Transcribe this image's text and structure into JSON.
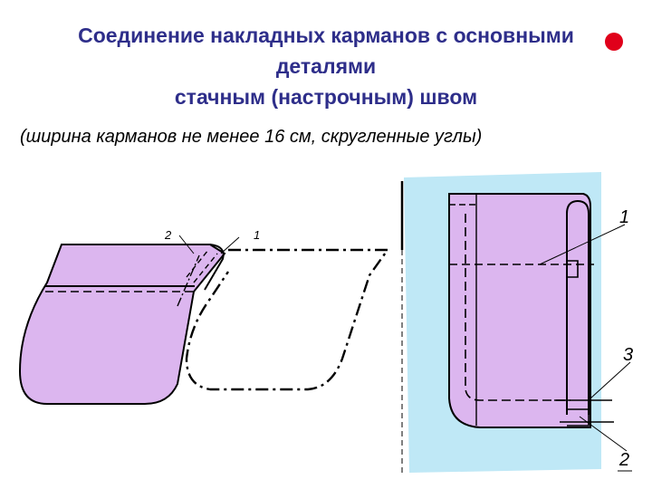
{
  "title": {
    "line1": "Соединение накладных карманов с основными",
    "line2": "деталями",
    "line3": "стачным (настрочным) швом"
  },
  "subtitle": "(ширина карманов не менее 16 см, скругленные углы)",
  "left_figure": {
    "callout_2": "2",
    "callout_1": "1"
  },
  "right_figure": {
    "callout_1": "1",
    "callout_3": "3",
    "callout_2": "2"
  },
  "colors": {
    "title": "#2e2e8a",
    "pocket_fill": "#dcb6ef",
    "garment_fill": "#bfe8f6",
    "marker": "#e0001a"
  }
}
